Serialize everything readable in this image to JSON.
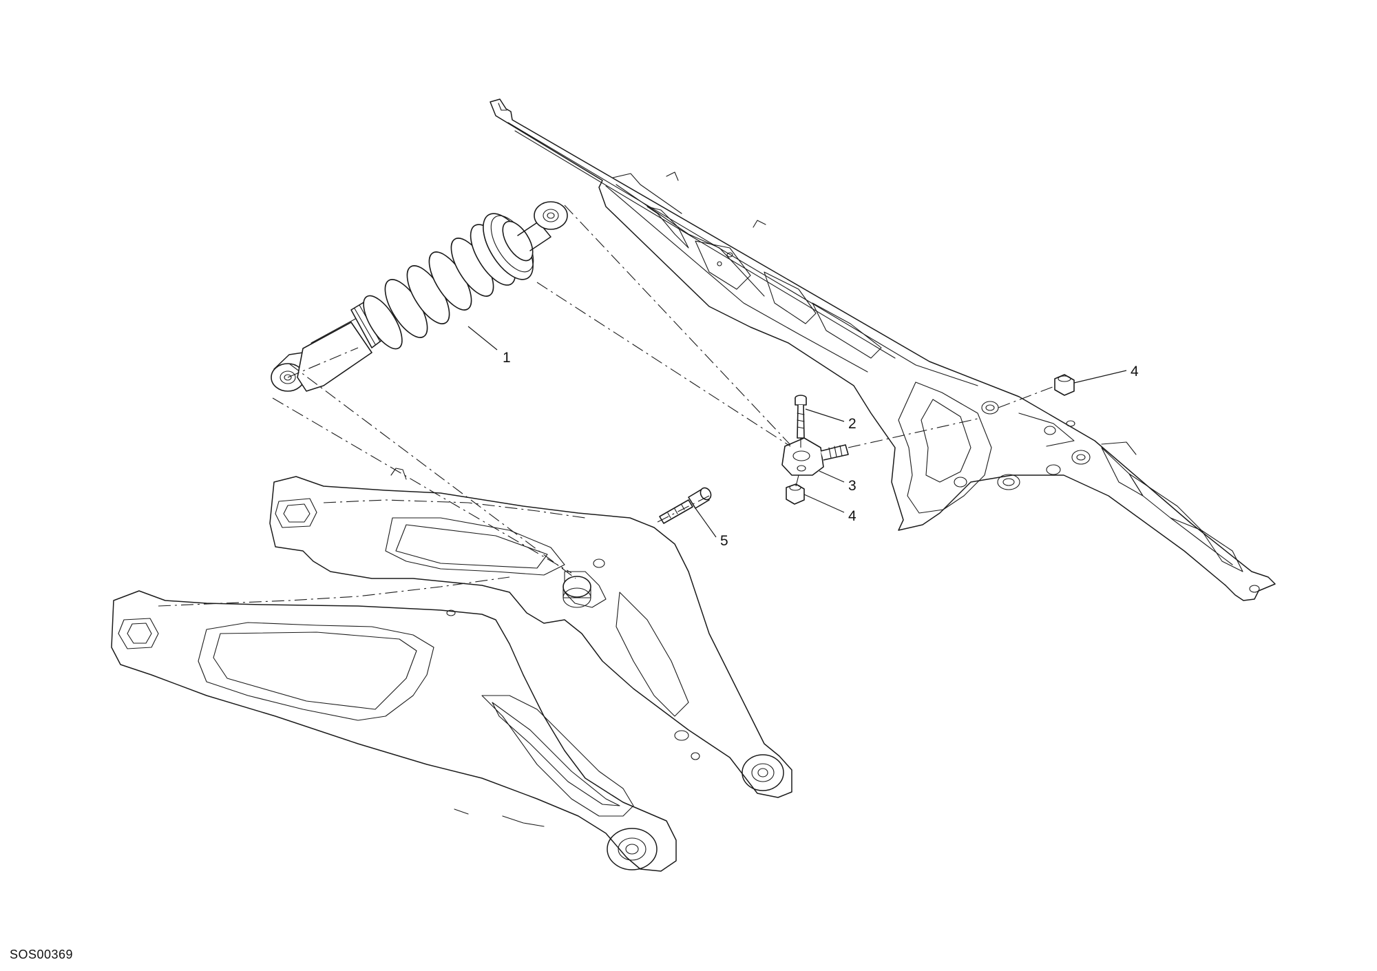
{
  "drawing_code": "SOS00369",
  "callouts": [
    {
      "id": "1",
      "label": "1"
    },
    {
      "id": "2",
      "label": "2"
    },
    {
      "id": "3",
      "label": "3"
    },
    {
      "id": "4a",
      "label": "4"
    },
    {
      "id": "4b",
      "label": "4"
    },
    {
      "id": "5",
      "label": "5"
    }
  ]
}
